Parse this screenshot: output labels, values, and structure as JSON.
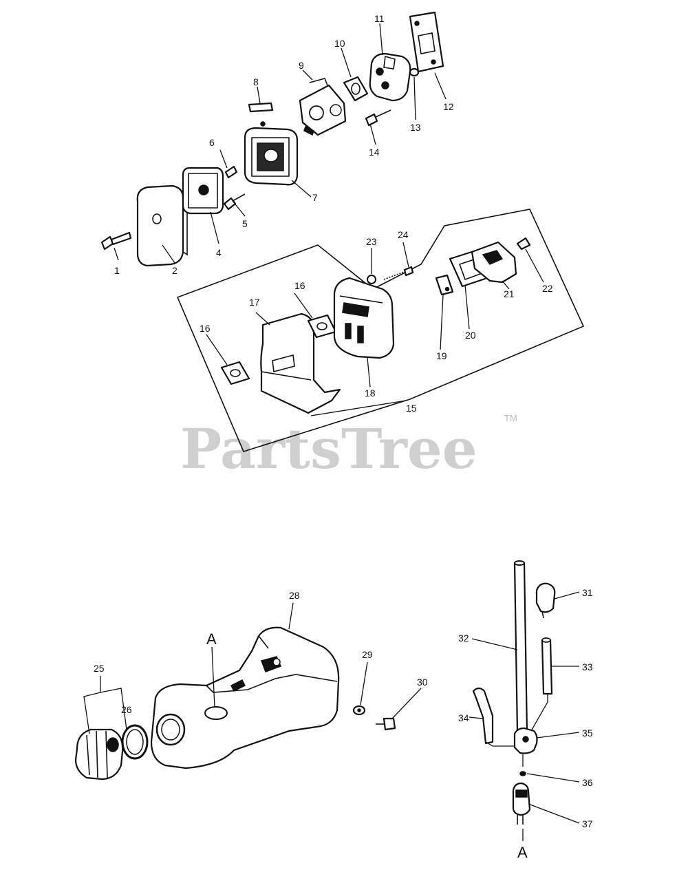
{
  "watermark": {
    "text": "PartsTree",
    "trademark": "TM"
  },
  "callouts": {
    "p1": "1",
    "p2": "2",
    "p4": "4",
    "p5": "5",
    "p6": "6",
    "p7": "7",
    "p8": "8",
    "p9": "9",
    "p10": "10",
    "p11": "11",
    "p12": "12",
    "p13": "13",
    "p14": "14",
    "p15": "15",
    "p16a": "16",
    "p16b": "16",
    "p17": "17",
    "p18": "18",
    "p19": "19",
    "p20": "20",
    "p21": "21",
    "p22": "22",
    "p23": "23",
    "p24": "24",
    "p25": "25",
    "p26": "26",
    "p28": "28",
    "p29": "29",
    "p30": "30",
    "p31": "31",
    "p32": "32",
    "p33": "33",
    "p34": "34",
    "p35": "35",
    "p36": "36",
    "p37": "37",
    "refA1": "A",
    "refA2": "A"
  }
}
